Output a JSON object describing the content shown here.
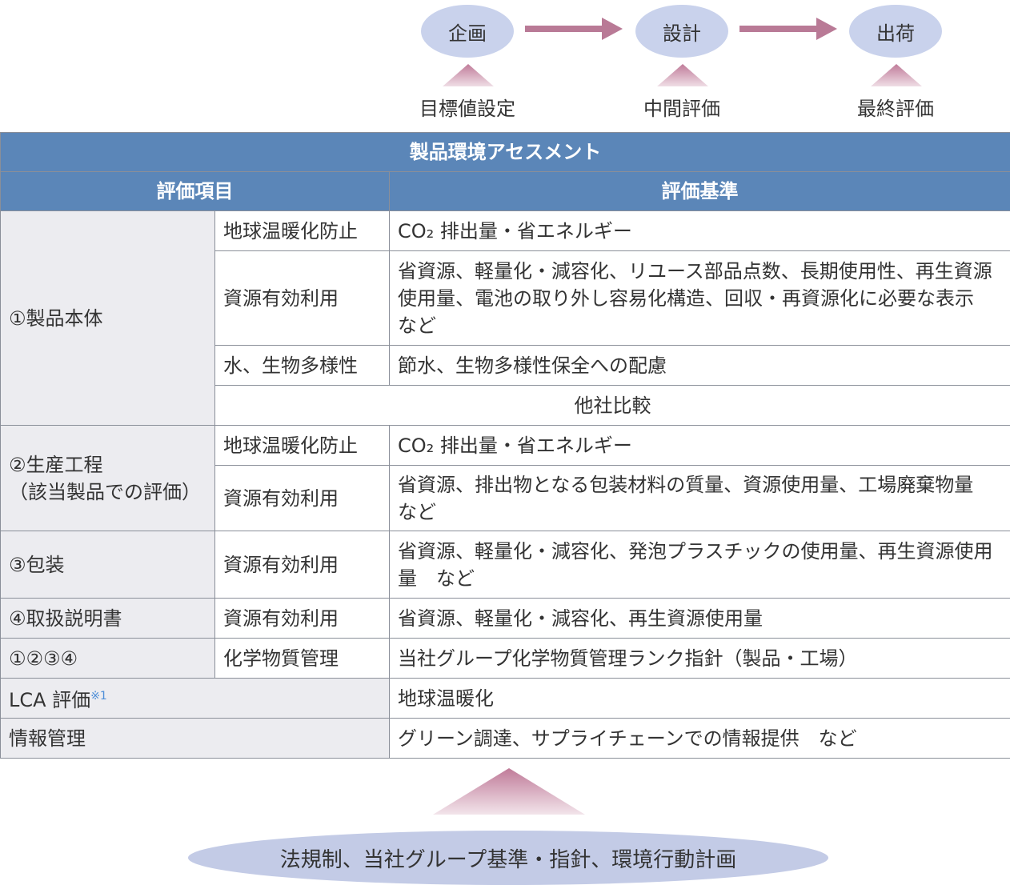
{
  "flow": {
    "stages": [
      "企画",
      "設計",
      "出荷"
    ],
    "evaluations": [
      "目標値設定",
      "中間評価",
      "最終評価"
    ]
  },
  "table": {
    "title": "製品環境アセスメント",
    "col_items": "評価項目",
    "col_criteria": "評価基準",
    "rows": {
      "r1_cat": "①製品本体",
      "r1a_sub": "地球温暖化防止",
      "r1a_crit": "CO₂ 排出量・省エネルギー",
      "r1b_sub": "資源有効利用",
      "r1b_crit": "省資源、軽量化・減容化、リユース部品点数、長期使用性、再生資源使用量、電池の取り外し容易化構造、回収・再資源化に必要な表示　など",
      "r1c_sub": "水、生物多様性",
      "r1c_crit": "節水、生物多様性保全への配慮",
      "r1d_crit": "他社比較",
      "r2_cat_line1": "②生産工程",
      "r2_cat_line2": "（該当製品での評価）",
      "r2a_sub": "地球温暖化防止",
      "r2a_crit": "CO₂ 排出量・省エネルギー",
      "r2b_sub": "資源有効利用",
      "r2b_crit": "省資源、排出物となる包装材料の質量、資源使用量、工場廃棄物量　など",
      "r3_cat": "③包装",
      "r3_sub": "資源有効利用",
      "r3_crit": "省資源、軽量化・減容化、発泡プラスチックの使用量、再生資源使用量　など",
      "r4_cat": "④取扱説明書",
      "r4_sub": "資源有効利用",
      "r4_crit": "省資源、軽量化・減容化、再生資源使用量",
      "r5_cat": "①②③④",
      "r5_sub": "化学物質管理",
      "r5_crit": "当社グループ化学物質管理ランク指針（製品・工場）",
      "r6_cat": "LCA 評価",
      "r6_note": "※1",
      "r6_crit": "地球温暖化",
      "r7_cat": "情報管理",
      "r7_crit": "グリーン調達、サプライチェーンでの情報提供　など"
    }
  },
  "basis": "法規制、当社グループ基準・指針、環境行動計画",
  "colors": {
    "header": "#5b86b8",
    "node": "#c9d2ec",
    "arrow": "#b97a96",
    "category_bg": "#ececf0"
  }
}
